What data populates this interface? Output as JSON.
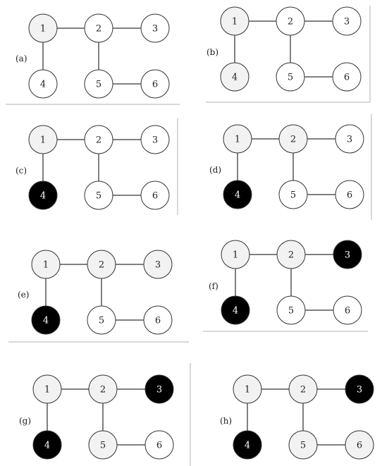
{
  "graph": {
    "nodes": [
      "1",
      "2",
      "3",
      "4",
      "5",
      "6"
    ],
    "edges": [
      [
        "1",
        "2"
      ],
      [
        "2",
        "3"
      ],
      [
        "1",
        "4"
      ],
      [
        "2",
        "5"
      ],
      [
        "5",
        "6"
      ]
    ]
  },
  "colors": {
    "white": "#ffffff",
    "gray": "#f2f2f2",
    "black": "#000000",
    "stroke": "#333333",
    "separator": "#b0b0b0"
  },
  "panels": [
    {
      "label": "(a)",
      "node_colors": {
        "1": "gray",
        "2": "white",
        "3": "white",
        "4": "white",
        "5": "white",
        "6": "white"
      }
    },
    {
      "label": "(b)",
      "node_colors": {
        "1": "gray",
        "2": "white",
        "3": "white",
        "4": "gray",
        "5": "white",
        "6": "white"
      }
    },
    {
      "label": "(c)",
      "node_colors": {
        "1": "gray",
        "2": "white",
        "3": "white",
        "4": "black",
        "5": "white",
        "6": "white"
      }
    },
    {
      "label": "(d)",
      "node_colors": {
        "1": "gray",
        "2": "gray",
        "3": "white",
        "4": "black",
        "5": "white",
        "6": "white"
      }
    },
    {
      "label": "(e)",
      "node_colors": {
        "1": "gray",
        "2": "gray",
        "3": "gray",
        "4": "black",
        "5": "white",
        "6": "white"
      }
    },
    {
      "label": "(f)",
      "node_colors": {
        "1": "gray",
        "2": "gray",
        "3": "black",
        "4": "black",
        "5": "white",
        "6": "white"
      }
    },
    {
      "label": "(g)",
      "node_colors": {
        "1": "gray",
        "2": "gray",
        "3": "black",
        "4": "black",
        "5": "gray",
        "6": "white"
      }
    },
    {
      "label": "(h)",
      "node_colors": {
        "1": "gray",
        "2": "gray",
        "3": "black",
        "4": "black",
        "5": "gray",
        "6": "gray"
      }
    }
  ]
}
